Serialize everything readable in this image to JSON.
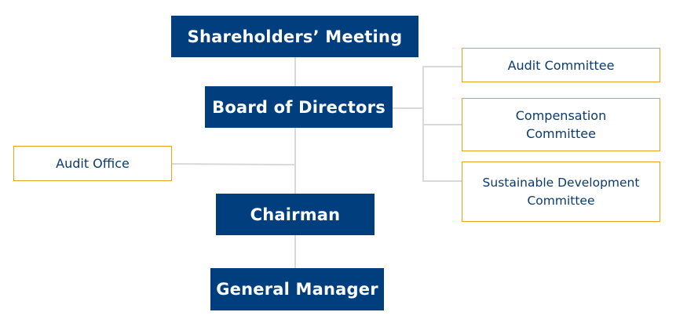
{
  "chart": {
    "main_nodes": [
      {
        "id": "shareholders",
        "label": "Shareholders’ Meeting"
      },
      {
        "id": "board",
        "label": "Board of Directors"
      },
      {
        "id": "chairman",
        "label": "Chairman"
      },
      {
        "id": "general-manager",
        "label": "General Manager"
      }
    ],
    "side_nodes": [
      {
        "id": "audit-office",
        "label": "Audit Office",
        "attached_to": "main-line"
      },
      {
        "id": "audit-committee",
        "label": "Audit Committee",
        "attached_to": "board"
      },
      {
        "id": "compensation-committee",
        "label": "Compensation Committee",
        "attached_to": "board"
      },
      {
        "id": "sustainable-committee",
        "label": "Sustainable Development Committee",
        "attached_to": "board"
      }
    ],
    "colors": {
      "primary_fill": "#003e7e",
      "primary_text": "#ffffff",
      "secondary_border": "#e8a01e",
      "secondary_text": "#0b3a6e",
      "connector": "#d9d9d9"
    }
  }
}
